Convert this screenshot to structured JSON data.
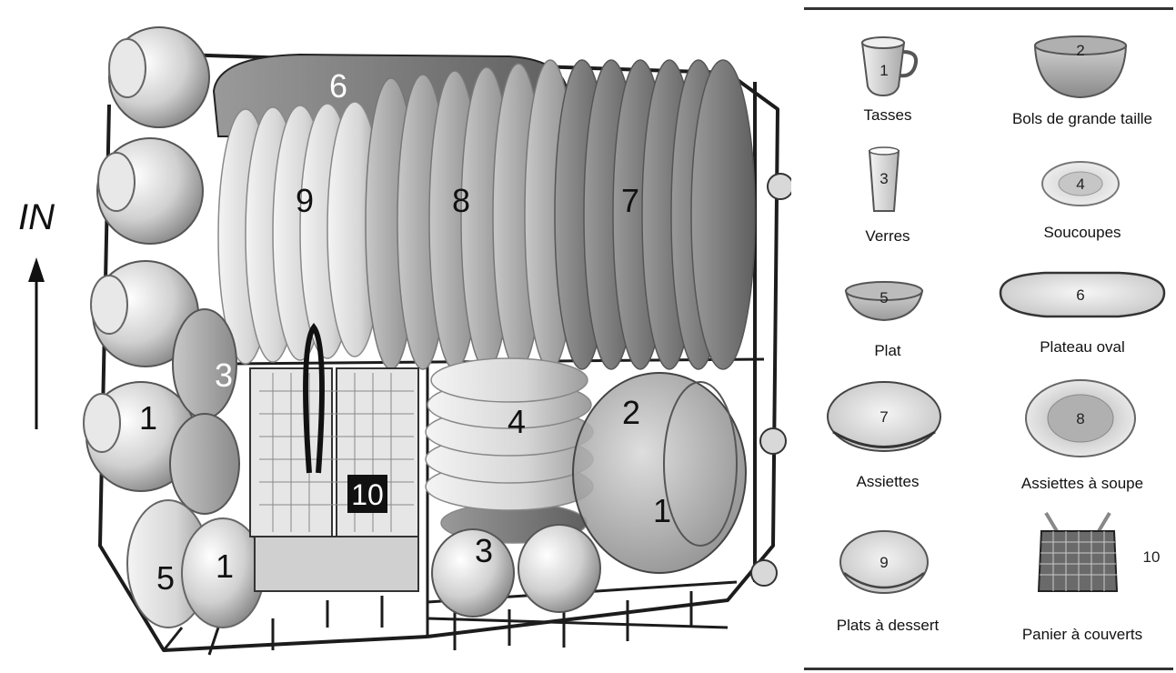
{
  "diagram": {
    "direction_label": "IN",
    "rack_numbers": [
      "6",
      "9",
      "8",
      "7",
      "3",
      "1",
      "4",
      "2",
      "10",
      "1",
      "3",
      "5",
      "1"
    ]
  },
  "legend": {
    "items": [
      {
        "number": "1",
        "label": "Tasses",
        "icon": "cup-icon"
      },
      {
        "number": "2",
        "label": "Bols de grande taille",
        "icon": "large-bowl-icon"
      },
      {
        "number": "3",
        "label": "Verres",
        "icon": "glass-icon"
      },
      {
        "number": "4",
        "label": "Soucoupes",
        "icon": "saucer-icon"
      },
      {
        "number": "5",
        "label": "Plat",
        "icon": "dish-icon"
      },
      {
        "number": "6",
        "label": "Plateau oval",
        "icon": "oval-platter-icon"
      },
      {
        "number": "7",
        "label": "Assiettes",
        "icon": "plate-icon"
      },
      {
        "number": "8",
        "label": "Assiettes à soupe",
        "icon": "soup-plate-icon"
      },
      {
        "number": "9",
        "label": "Plats à dessert",
        "icon": "dessert-plate-icon"
      },
      {
        "number": "10",
        "label": "Panier à couverts",
        "icon": "cutlery-basket-icon"
      }
    ]
  }
}
